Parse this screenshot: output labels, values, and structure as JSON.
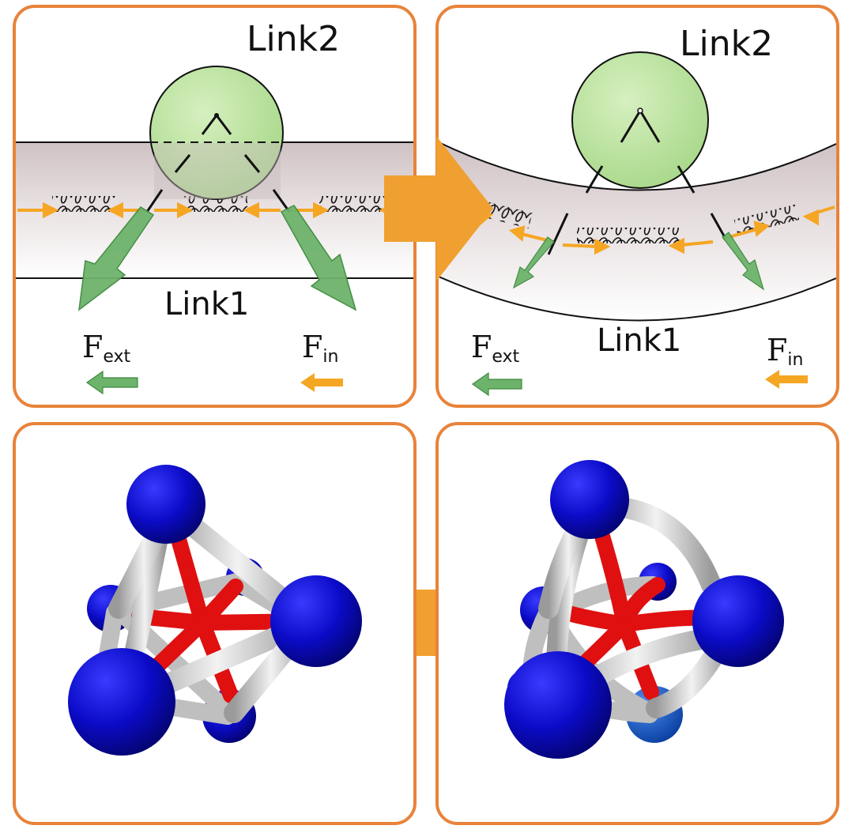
{
  "colors": {
    "panel_border": "#E8833A",
    "big_arrow": "#F0A030",
    "link2_fill": "#B9E29A",
    "link2_stroke": "#111111",
    "force_ext": "#6DB36B",
    "force_in": "#F5A623",
    "node_blue": "#0A0AC8",
    "bond_red": "#E01010",
    "bond_grey": "#C8C8C8"
  },
  "top_left": {
    "link2_label": "Link2",
    "link1_label": "Link1",
    "fext_main": "F",
    "fext_sub": "ext",
    "fin_main": "F",
    "fin_sub": "in"
  },
  "top_right": {
    "link2_label": "Link2",
    "link1_label": "Link1",
    "fext_main": "F",
    "fext_sub": "ext",
    "fin_main": "F",
    "fin_sub": "in"
  },
  "icons": {
    "transition_arrow": "arrow-right-icon",
    "spring": "spring-coil-icon",
    "molecule": "tetrahedral-molecule-icon"
  }
}
